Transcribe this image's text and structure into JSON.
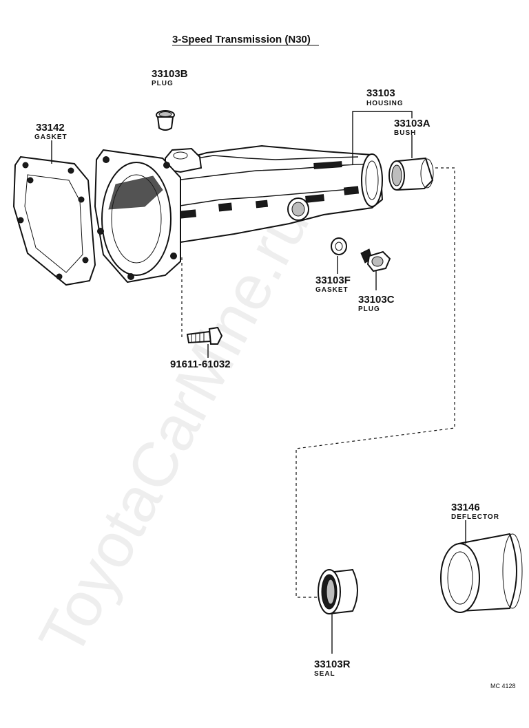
{
  "title": "3-Speed Transmission (N30)",
  "watermark": "ToyotaCarMine.ru",
  "diagram_code": "MC 4128",
  "parts": {
    "plug_b": {
      "number": "33103B",
      "name": "PLUG"
    },
    "housing": {
      "number": "33103",
      "name": "HOUSING"
    },
    "bush": {
      "number": "33103A",
      "name": "BUSH"
    },
    "gasket_142": {
      "number": "33142",
      "name": "GASKET"
    },
    "gasket_f": {
      "number": "33103F",
      "name": "GASKET"
    },
    "plug_c": {
      "number": "33103C",
      "name": "PLUG"
    },
    "bolt": {
      "number": "91611-61032"
    },
    "deflector": {
      "number": "33146",
      "name": "DEFLECTOR"
    },
    "seal": {
      "number": "33103R",
      "name": "SEAL"
    }
  }
}
